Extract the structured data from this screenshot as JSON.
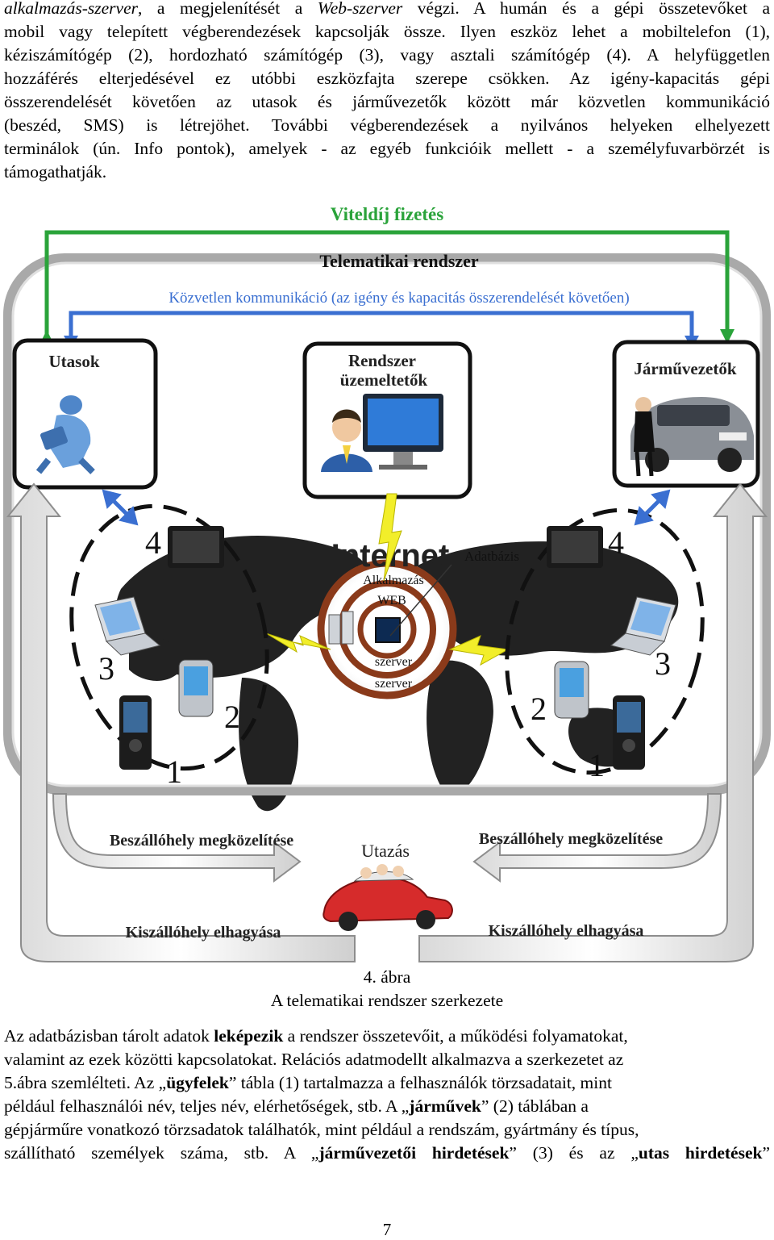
{
  "intro": {
    "l1_a": "alkalmazás-szerver",
    "l1_b": ", a megjelenítését a ",
    "l1_c": "Web-szerver",
    "l1_d": " végzi. A humán és a gépi összetevőket a",
    "l2": "mobil vagy telepített végberendezések kapcsolják össze. Ilyen eszköz lehet a mobiltelefon (1),",
    "l3": "kéziszámítógép (2), hordozható számítógép (3), vagy asztali számítógép (4). A helyfüggetlen",
    "l4": "hozzáférés elterjedésével ez utóbbi eszközfajta szerepe csökken. Az igény-kapacitás gépi",
    "l5": "összerendelését követően az utasok és járművezetők között már közvetlen kommunikáció",
    "l6": "(beszéd, SMS) is létrejöhet. További végberendezések a nyilvános helyeken elhelyezett",
    "l7": "terminálok (ún. Info pontok), amelyek - az egyéb funkcióik mellett - a személyfuvarbörzét is",
    "l8": "támogathatják."
  },
  "figure": {
    "fare": "Viteldíj fizetés",
    "system": "Telematikai rendszer",
    "direct": "Közvetlen kommunikáció (az igény és kapacitás összerendelését követően)",
    "passengers": "Utasok",
    "operators_1": "Rendszer",
    "operators_2": "üzemeltetők",
    "drivers": "Járművezetők",
    "internet": "Internet",
    "database": "Adatbázis",
    "app_server_1": "Alkalmazás",
    "app_server_2": "szerver",
    "web_server_1": "WEB",
    "web_server_2": "szerver",
    "n1": "1",
    "n2": "2",
    "n3": "3",
    "n4": "4",
    "approach_left": "Beszállóhely megközelítése",
    "approach_right": "Beszállóhely megközelítése",
    "trip": "Utazás",
    "leave_left": "Kiszállóhely elhagyása",
    "leave_right": "Kiszállóhely elhagyása",
    "colors": {
      "green": "#2aa33a",
      "blue": "#3a6fd1",
      "gray": "#9a9a9a",
      "ring": "#8a3a1a",
      "bolt": "#f2ee2a"
    }
  },
  "caption": {
    "number": "4. ábra",
    "title": "A telematikai rendszer szerkezete"
  },
  "body": {
    "l1_a": "Az adatbázisban tárolt adatok ",
    "l1_b": "leképezik",
    "l1_c": " a rendszer összetevőit, a működési folyamatokat,",
    "l2": "valamint az ezek közötti kapcsolatokat. Relációs adatmodellt alkalmazva a szerkezetet az",
    "l3_a": "5.ábra szemlélteti. Az „",
    "l3_b": "ügyfelek",
    "l3_c": "” tábla (1) tartalmazza a felhasználók törzsadatait, mint",
    "l4_a": "például felhasználói név, teljes név, elérhetőségek, stb. A „",
    "l4_b": "járművek",
    "l4_c": "” (2) táblában a",
    "l5": "gépjárműre vonatkozó törzsadatok találhatók, mint például a rendszám, gyártmány és típus,",
    "l6_a": "szállítható személyek száma, stb. A „",
    "l6_b": "járművezetői hirdetések",
    "l6_c": "” (3) és az „",
    "l6_d": "utas hirdetések",
    "l6_e": "”"
  },
  "page_number": "7"
}
